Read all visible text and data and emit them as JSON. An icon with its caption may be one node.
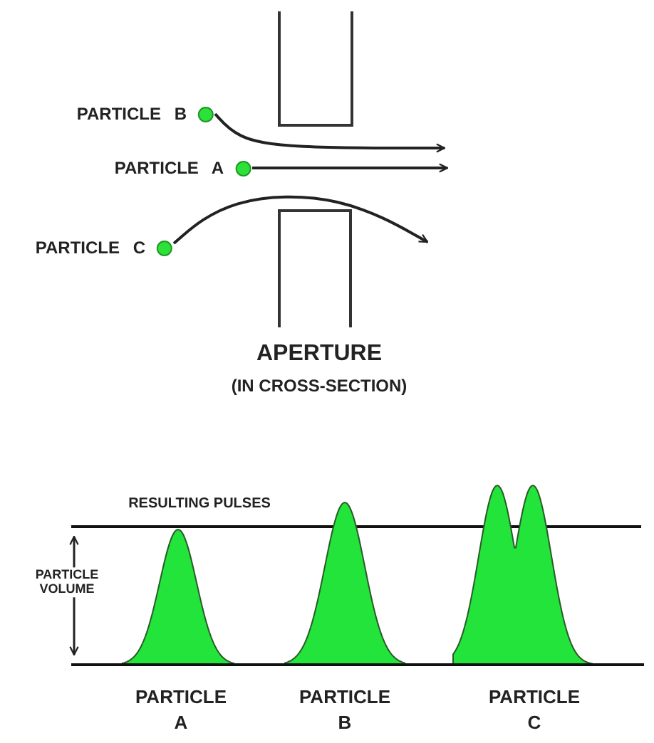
{
  "diagram": {
    "nodes": [
      {
        "text": [
          "PARTICLE B"
        ]
      },
      {
        "text": [
          "PARTICLE A"
        ]
      },
      {
        "text": [
          "PARTICLE C"
        ]
      }
    ],
    "edges": [
      {
        "from": 0,
        "to": null,
        "arrow": "to"
      },
      {
        "from": 1,
        "to": null,
        "arrow": "to"
      },
      {
        "from": 2,
        "to": null,
        "arrow": "to"
      }
    ],
    "labels": [
      "APERTURE",
      "(IN CROSS-SECTION)",
      "RESULTING PULSES",
      "PARTICLE VOLUME",
      "PARTICLE A",
      "PARTICLE B",
      "PARTICLE C"
    ]
  }
}
